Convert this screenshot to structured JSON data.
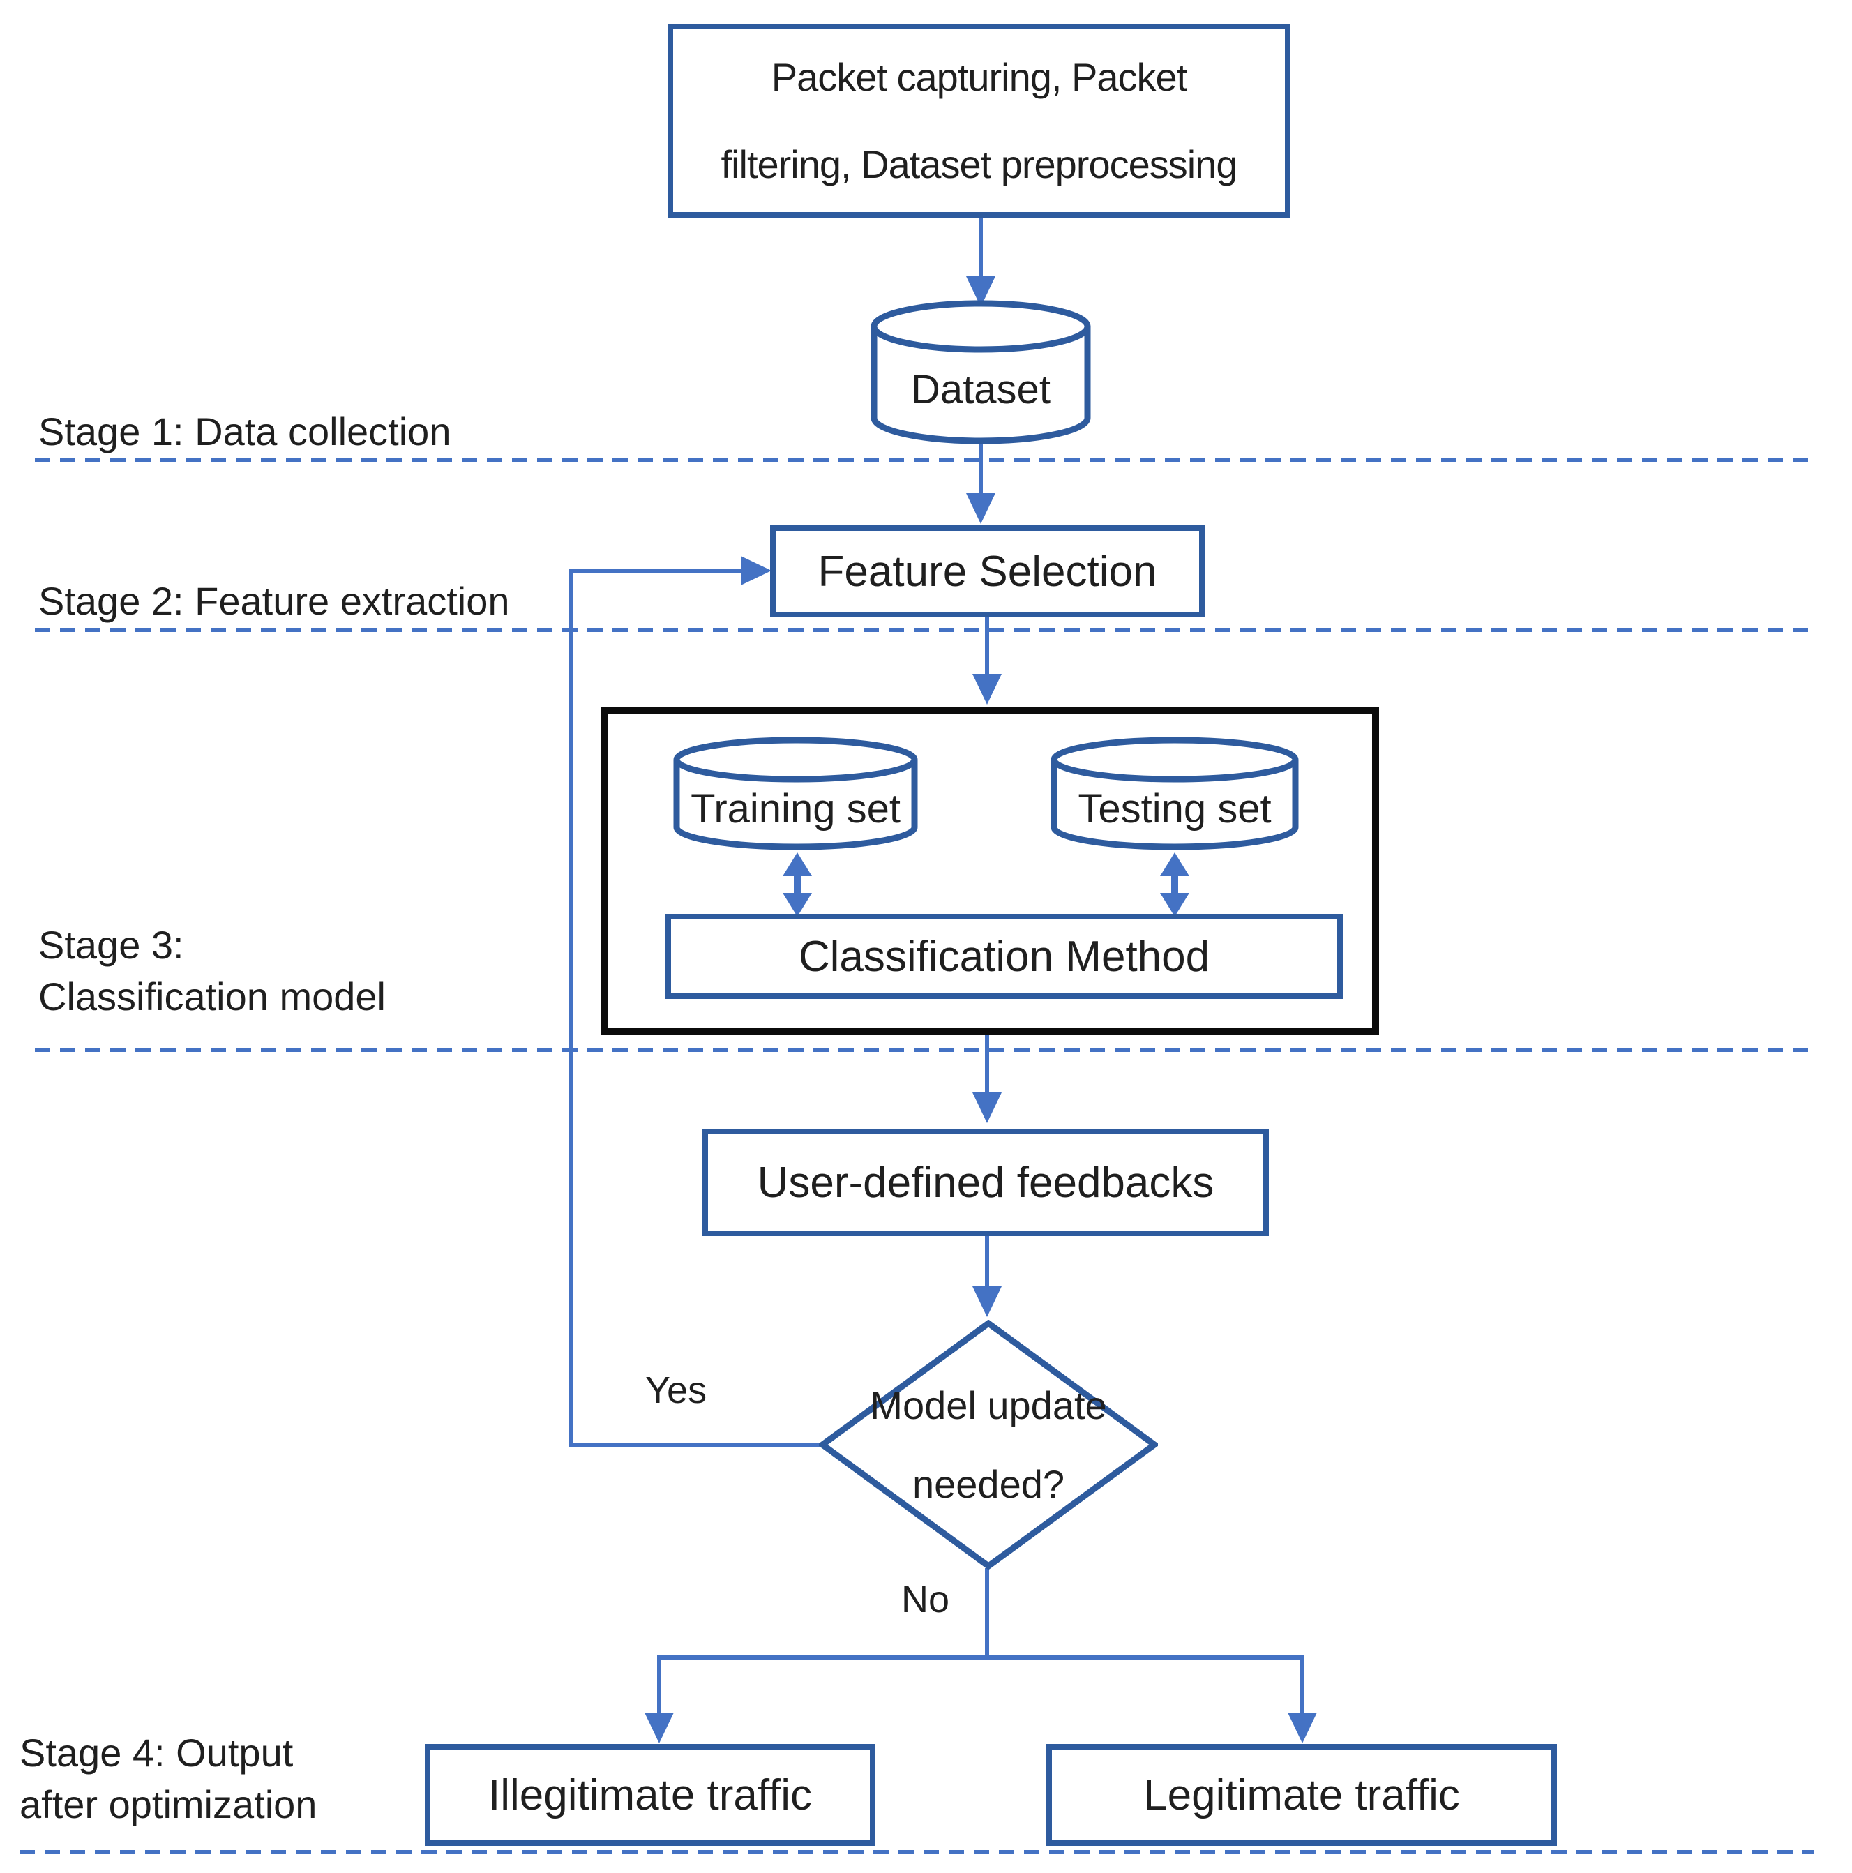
{
  "nodes": {
    "preprocess": {
      "lines": [
        "Packet capturing, Packet",
        "filtering, Dataset preprocessing"
      ]
    },
    "dataset": {
      "label": "Dataset"
    },
    "feature_selection": {
      "label": "Feature Selection"
    },
    "training_set": {
      "label": "Training set"
    },
    "testing_set": {
      "label": "Testing set"
    },
    "classification_method": {
      "label": "Classification Method"
    },
    "user_feedbacks": {
      "label": "User-defined feedbacks"
    },
    "decision": {
      "lines": [
        "Model update",
        "needed?"
      ]
    },
    "illegitimate": {
      "label": "Illegitimate traffic"
    },
    "legitimate": {
      "label": "Legitimate traffic"
    }
  },
  "branch_labels": {
    "yes": "Yes",
    "no": "No"
  },
  "stage_labels": [
    {
      "lines": [
        "Stage 1: Data collection"
      ]
    },
    {
      "lines": [
        "Stage 2: Feature extraction"
      ]
    },
    {
      "lines": [
        "Stage 3:",
        "Classification model"
      ]
    },
    {
      "lines": [
        "Stage 4: Output",
        "after optimization"
      ]
    }
  ],
  "colors": {
    "connector_blue": "#4472C4",
    "shape_border_blue": "#2E5B9E",
    "container_border_black": "#0b0b0b",
    "text": "#1f1f1f",
    "background": "#FFFFFF"
  }
}
